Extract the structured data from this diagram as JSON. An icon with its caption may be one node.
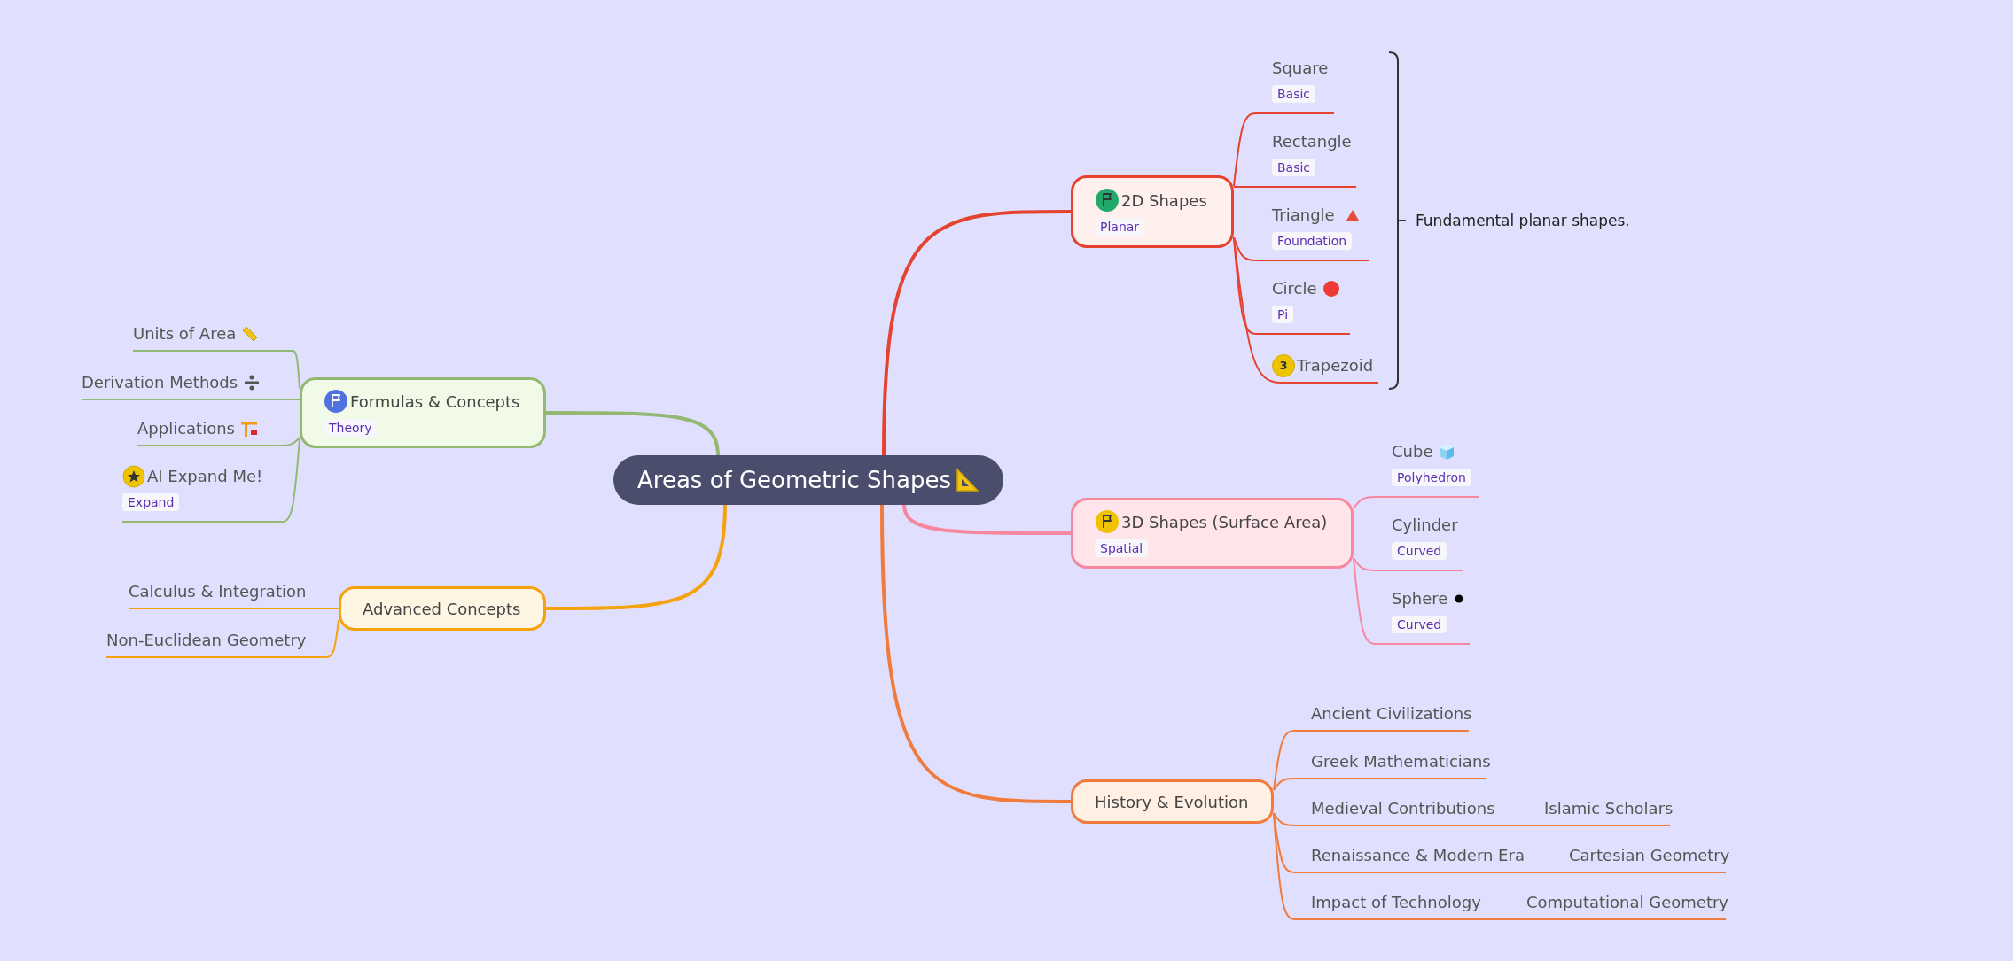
{
  "diagram": {
    "nodes": [
      {
        "text": [
          "Areas of Geometric Shapes"
        ]
      },
      {
        "text": [
          "2D Shapes",
          "Planar"
        ]
      },
      {
        "text": [
          "Square",
          "Basic"
        ]
      },
      {
        "text": [
          "Rectangle",
          "Basic"
        ]
      },
      {
        "text": [
          "Triangle",
          "Foundation"
        ]
      },
      {
        "text": [
          "Circle",
          "Pi"
        ]
      },
      {
        "text": [
          "Trapezoid"
        ]
      },
      {
        "text": [
          "3D Shapes (Surface Area)",
          "Spatial"
        ]
      },
      {
        "text": [
          "Cube",
          "Polyhedron"
        ]
      },
      {
        "text": [
          "Cylinder",
          "Curved"
        ]
      },
      {
        "text": [
          "Sphere",
          "Curved"
        ]
      },
      {
        "text": [
          "History & Evolution"
        ]
      },
      {
        "text": [
          "Ancient Civilizations"
        ]
      },
      {
        "text": [
          "Greek Mathematicians"
        ]
      },
      {
        "text": [
          "Medieval Contributions"
        ]
      },
      {
        "text": [
          "Islamic Scholars"
        ]
      },
      {
        "text": [
          "Renaissance & Modern Era"
        ]
      },
      {
        "text": [
          "Cartesian Geometry"
        ]
      },
      {
        "text": [
          "Impact of Technology"
        ]
      },
      {
        "text": [
          "Computational Geometry"
        ]
      },
      {
        "text": [
          "Formulas & Concepts",
          "Theory"
        ]
      },
      {
        "text": [
          "Units of Area"
        ]
      },
      {
        "text": [
          "Derivation Methods"
        ]
      },
      {
        "text": [
          "Applications"
        ]
      },
      {
        "text": [
          "AI Expand Me!",
          "Expand"
        ]
      },
      {
        "text": [
          "Advanced Concepts"
        ]
      },
      {
        "text": [
          "Calculus & Integration"
        ]
      },
      {
        "text": [
          "Non-Euclidean Geometry"
        ]
      }
    ],
    "edges": [
      {
        "from": 0,
        "to": 1,
        "arrow": "none",
        "color": "#e5432f"
      },
      {
        "from": 0,
        "to": 7,
        "arrow": "none",
        "color": "#f7869f"
      },
      {
        "from": 0,
        "to": 11,
        "arrow": "none",
        "color": "#f07b3c"
      },
      {
        "from": 0,
        "to": 20,
        "arrow": "none",
        "color": "#93b872"
      },
      {
        "from": 0,
        "to": 25,
        "arrow": "none",
        "color": "#f5a20f"
      },
      {
        "from": 1,
        "to": 2,
        "arrow": "none",
        "color": "#e5432f"
      },
      {
        "from": 1,
        "to": 3,
        "arrow": "none",
        "color": "#e5432f"
      },
      {
        "from": 1,
        "to": 4,
        "arrow": "none",
        "color": "#e5432f"
      },
      {
        "from": 1,
        "to": 5,
        "arrow": "none",
        "color": "#e5432f"
      },
      {
        "from": 1,
        "to": 6,
        "arrow": "none",
        "color": "#e5432f"
      },
      {
        "from": 7,
        "to": 8,
        "arrow": "none",
        "color": "#f7869f"
      },
      {
        "from": 7,
        "to": 9,
        "arrow": "none",
        "color": "#f7869f"
      },
      {
        "from": 7,
        "to": 10,
        "arrow": "none",
        "color": "#f7869f"
      },
      {
        "from": 11,
        "to": 12,
        "arrow": "none",
        "color": "#f07b3c"
      },
      {
        "from": 11,
        "to": 13,
        "arrow": "none",
        "color": "#f07b3c"
      },
      {
        "from": 11,
        "to": 14,
        "arrow": "none",
        "color": "#f07b3c"
      },
      {
        "from": 14,
        "to": 15,
        "arrow": "none",
        "color": "#f07b3c"
      },
      {
        "from": 11,
        "to": 16,
        "arrow": "none",
        "color": "#f07b3c"
      },
      {
        "from": 16,
        "to": 17,
        "arrow": "none",
        "color": "#f07b3c"
      },
      {
        "from": 11,
        "to": 18,
        "arrow": "none",
        "color": "#f07b3c"
      },
      {
        "from": 18,
        "to": 19,
        "arrow": "none",
        "color": "#f07b3c"
      },
      {
        "from": 20,
        "to": 21,
        "arrow": "none",
        "color": "#93b872"
      },
      {
        "from": 20,
        "to": 22,
        "arrow": "none",
        "color": "#93b872"
      },
      {
        "from": 20,
        "to": 23,
        "arrow": "none",
        "color": "#93b872"
      },
      {
        "from": 20,
        "to": 24,
        "arrow": "none",
        "color": "#93b872"
      },
      {
        "from": 25,
        "to": 26,
        "arrow": "none",
        "color": "#f5a20f"
      },
      {
        "from": 25,
        "to": 27,
        "arrow": "none",
        "color": "#f5a20f"
      }
    ],
    "labels": [
      "3",
      "Fundamental planar shapes."
    ]
  }
}
